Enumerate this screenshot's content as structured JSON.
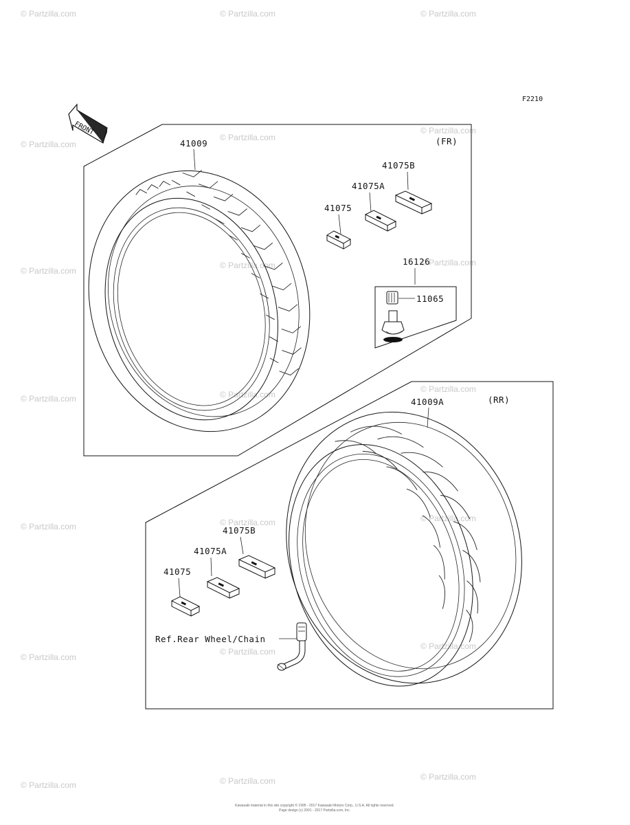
{
  "figure_code": "F2210",
  "front_arrow_label": "FRONT",
  "front_section": {
    "tag": "(FR)",
    "tire_part": "41009",
    "weight_parts": [
      "41075",
      "41075A",
      "41075B"
    ],
    "valve_part": "16126",
    "valve_cap_part": "11065"
  },
  "rear_section": {
    "tag": "(RR)",
    "tire_part": "41009A",
    "weight_parts": [
      "41075",
      "41075A",
      "41075B"
    ],
    "reference_note": "Ref.Rear Wheel/Chain"
  },
  "watermark": "© Partzilla.com",
  "footer_lines": [
    "Kawasaki material in this site copyright © 1995 - 2017 Kawasaki Motors Corp., U.S.A. All rights reserved.",
    "Page design (c) 2001 - 2017 Partzilla.com, Inc."
  ]
}
